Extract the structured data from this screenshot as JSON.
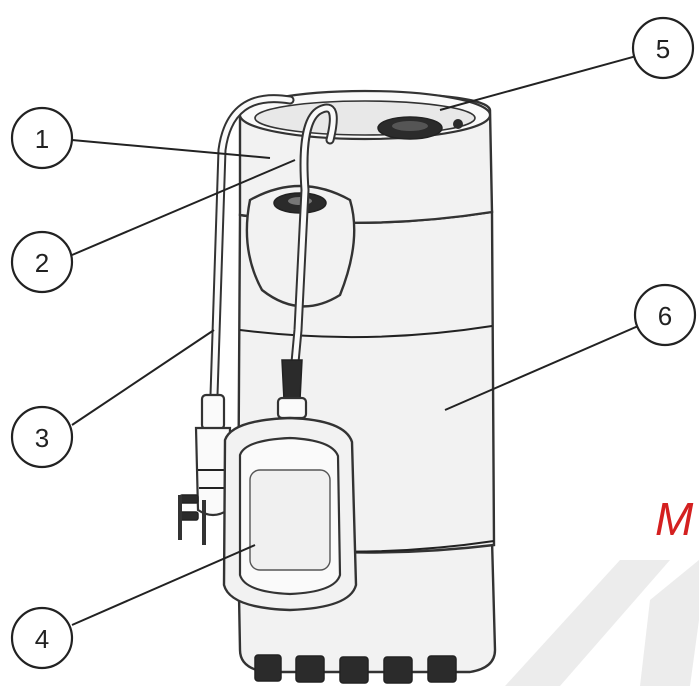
{
  "callouts": [
    {
      "id": "1",
      "label": "1"
    },
    {
      "id": "2",
      "label": "2"
    },
    {
      "id": "3",
      "label": "3"
    },
    {
      "id": "4",
      "label": "4"
    },
    {
      "id": "5",
      "label": "5"
    },
    {
      "id": "6",
      "label": "6"
    }
  ],
  "watermark": {
    "text": "M",
    "color": "#d42020"
  }
}
